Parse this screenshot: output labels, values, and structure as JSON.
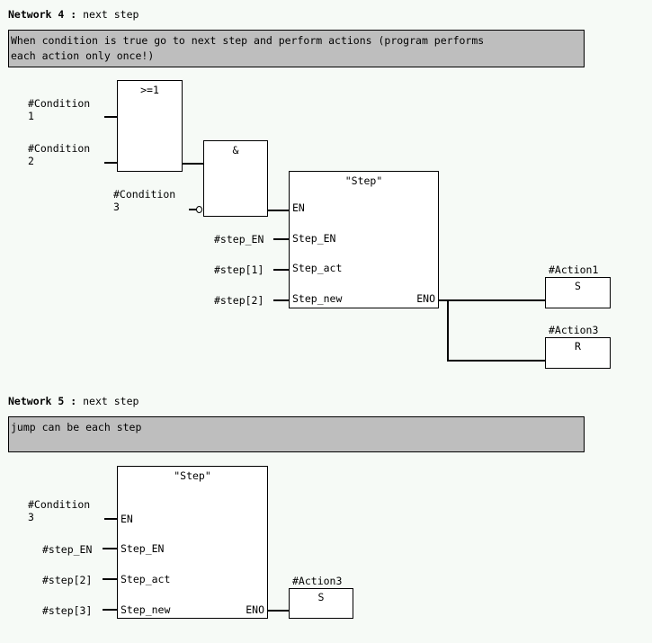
{
  "network4": {
    "title": "Network 4",
    "colon": ":",
    "subtitle": "next step",
    "comment": "When condition is true go to next step and perform actions (program performs\neach action only once!)",
    "or_box": ">=1",
    "and_box": "&",
    "condition1": "#Condition\n1",
    "condition2": "#Condition\n2",
    "condition3": "#Condition\n3",
    "fb_name": "\"Step\"",
    "pin_en": "EN",
    "pin_step_en": "Step_EN",
    "pin_step_act": "Step_act",
    "pin_step_new": "Step_new",
    "pin_eno": "ENO",
    "in_step_en": "#step_EN",
    "in_step_act": "#step[1]",
    "in_step_new": "#step[2]",
    "action1_label": "#Action1",
    "action1_coil": "S",
    "action3_label": "#Action3",
    "action3_coil": "R"
  },
  "network5": {
    "title": "Network 5",
    "colon": ":",
    "subtitle": "next step",
    "comment": "jump can be each step",
    "condition3": "#Condition\n3",
    "fb_name": "\"Step\"",
    "pin_en": "EN",
    "pin_step_en": "Step_EN",
    "pin_step_act": "Step_act",
    "pin_step_new": "Step_new",
    "pin_eno": "ENO",
    "in_step_en": "#step_EN",
    "in_step_act": "#step[2]",
    "in_step_new": "#step[3]",
    "action3_label": "#Action3",
    "action3_coil": "S"
  }
}
